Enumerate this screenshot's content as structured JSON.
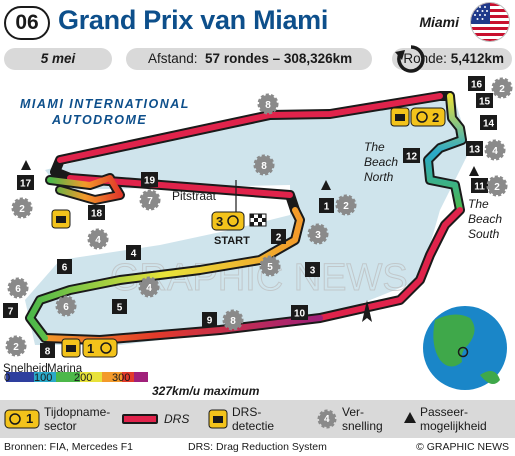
{
  "header": {
    "round": "06",
    "title": "Grand Prix van Miami",
    "city": "Miami",
    "flag_icon": "usa-flag-icon"
  },
  "info": {
    "date": "5 mei",
    "distance_label": "Afstand:",
    "distance_value": "57 rondes – 308,326km",
    "lap_label": "Ronde:",
    "lap_value": "5,412km",
    "lap_icon": "lap-arrow-icon"
  },
  "map": {
    "circuit_name_line1": "MIAMI INTERNATIONAL",
    "circuit_name_line2": "AUTODROME",
    "pitstraat": "Pitstraat",
    "start": "START",
    "beach_north_1": "The",
    "beach_north_2": "Beach",
    "beach_north_3": "North",
    "beach_south_1": "The",
    "beach_south_2": "Beach",
    "beach_south_3": "South",
    "snelheid": "Snelheid",
    "marina": "Marina",
    "watermark": "GRAPHIC NEWS",
    "turns": [
      "1",
      "2",
      "3",
      "4",
      "5",
      "6",
      "7",
      "8",
      "9",
      "10",
      "11",
      "12",
      "13",
      "14",
      "15",
      "16",
      "17",
      "18",
      "19"
    ],
    "gears": [
      "2",
      "3",
      "4",
      "5",
      "6",
      "7",
      "8"
    ],
    "timing_sectors": [
      "1",
      "2",
      "3"
    ]
  },
  "speed": {
    "ticks": [
      "0",
      "100",
      "200",
      "300"
    ],
    "max_label": "327km/u maximum",
    "colors": [
      "#2e3f9e",
      "#2aa9c9",
      "#4cb84a",
      "#e8e23a",
      "#f39a2a",
      "#e23a2a",
      "#a0207a"
    ]
  },
  "legend": {
    "timing": "Tijdopname-sector",
    "timing_line1": "Tijdopname-",
    "timing_line2": "sector",
    "timing_num": "1",
    "drs": "DRS",
    "drs_detect_1": "DRS-",
    "drs_detect_2": "detectie",
    "gear_1": "Ver-",
    "gear_2": "snelling",
    "gear_num": "4",
    "overtake_1": "Passeer-",
    "overtake_2": "mogelijkheid"
  },
  "footer": {
    "sources": "Bronnen: FIA, Mercedes F1",
    "drs_note": "DRS: Drag Reduction System",
    "copyright": "© GRAPHIC NEWS"
  },
  "colors": {
    "title_blue": "#0d4f8b",
    "track_fill": "#cfe4ec",
    "drs_red": "#e0234b",
    "timing_yellow": "#f3c31b",
    "gear_grey": "#8a8a8a"
  }
}
